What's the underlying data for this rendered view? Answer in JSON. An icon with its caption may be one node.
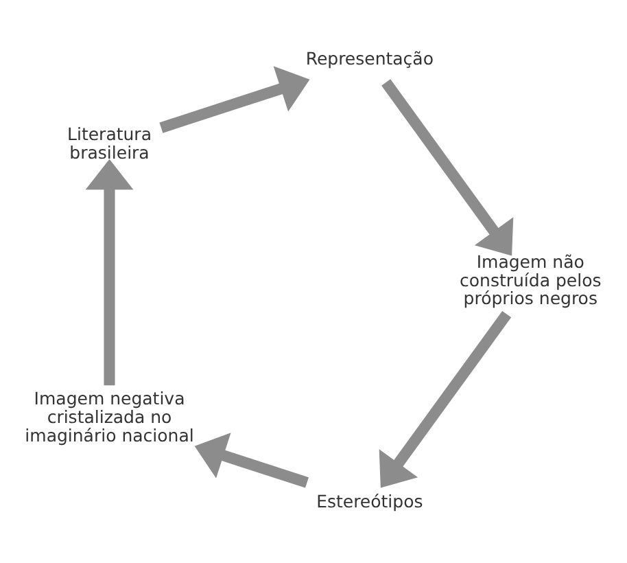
{
  "diagram": {
    "nodes": [
      {
        "text": [
          "Imagem negativa cristalizada no imaginário nacional"
        ]
      },
      {
        "text": [
          "Literatura brasileira"
        ]
      },
      {
        "text": [
          "Representação"
        ]
      },
      {
        "text": [
          "Imagem não construída pelos próprios negros"
        ]
      },
      {
        "text": [
          "Estereótipos"
        ]
      }
    ],
    "edges": [
      {
        "from": 0,
        "to": 1,
        "arrow": "to"
      },
      {
        "from": 1,
        "to": 2,
        "arrow": "to"
      },
      {
        "from": 2,
        "to": 3,
        "arrow": "to"
      },
      {
        "from": 3,
        "to": 4,
        "arrow": "to"
      },
      {
        "from": 4,
        "to": 0,
        "arrow": "to"
      }
    ]
  }
}
